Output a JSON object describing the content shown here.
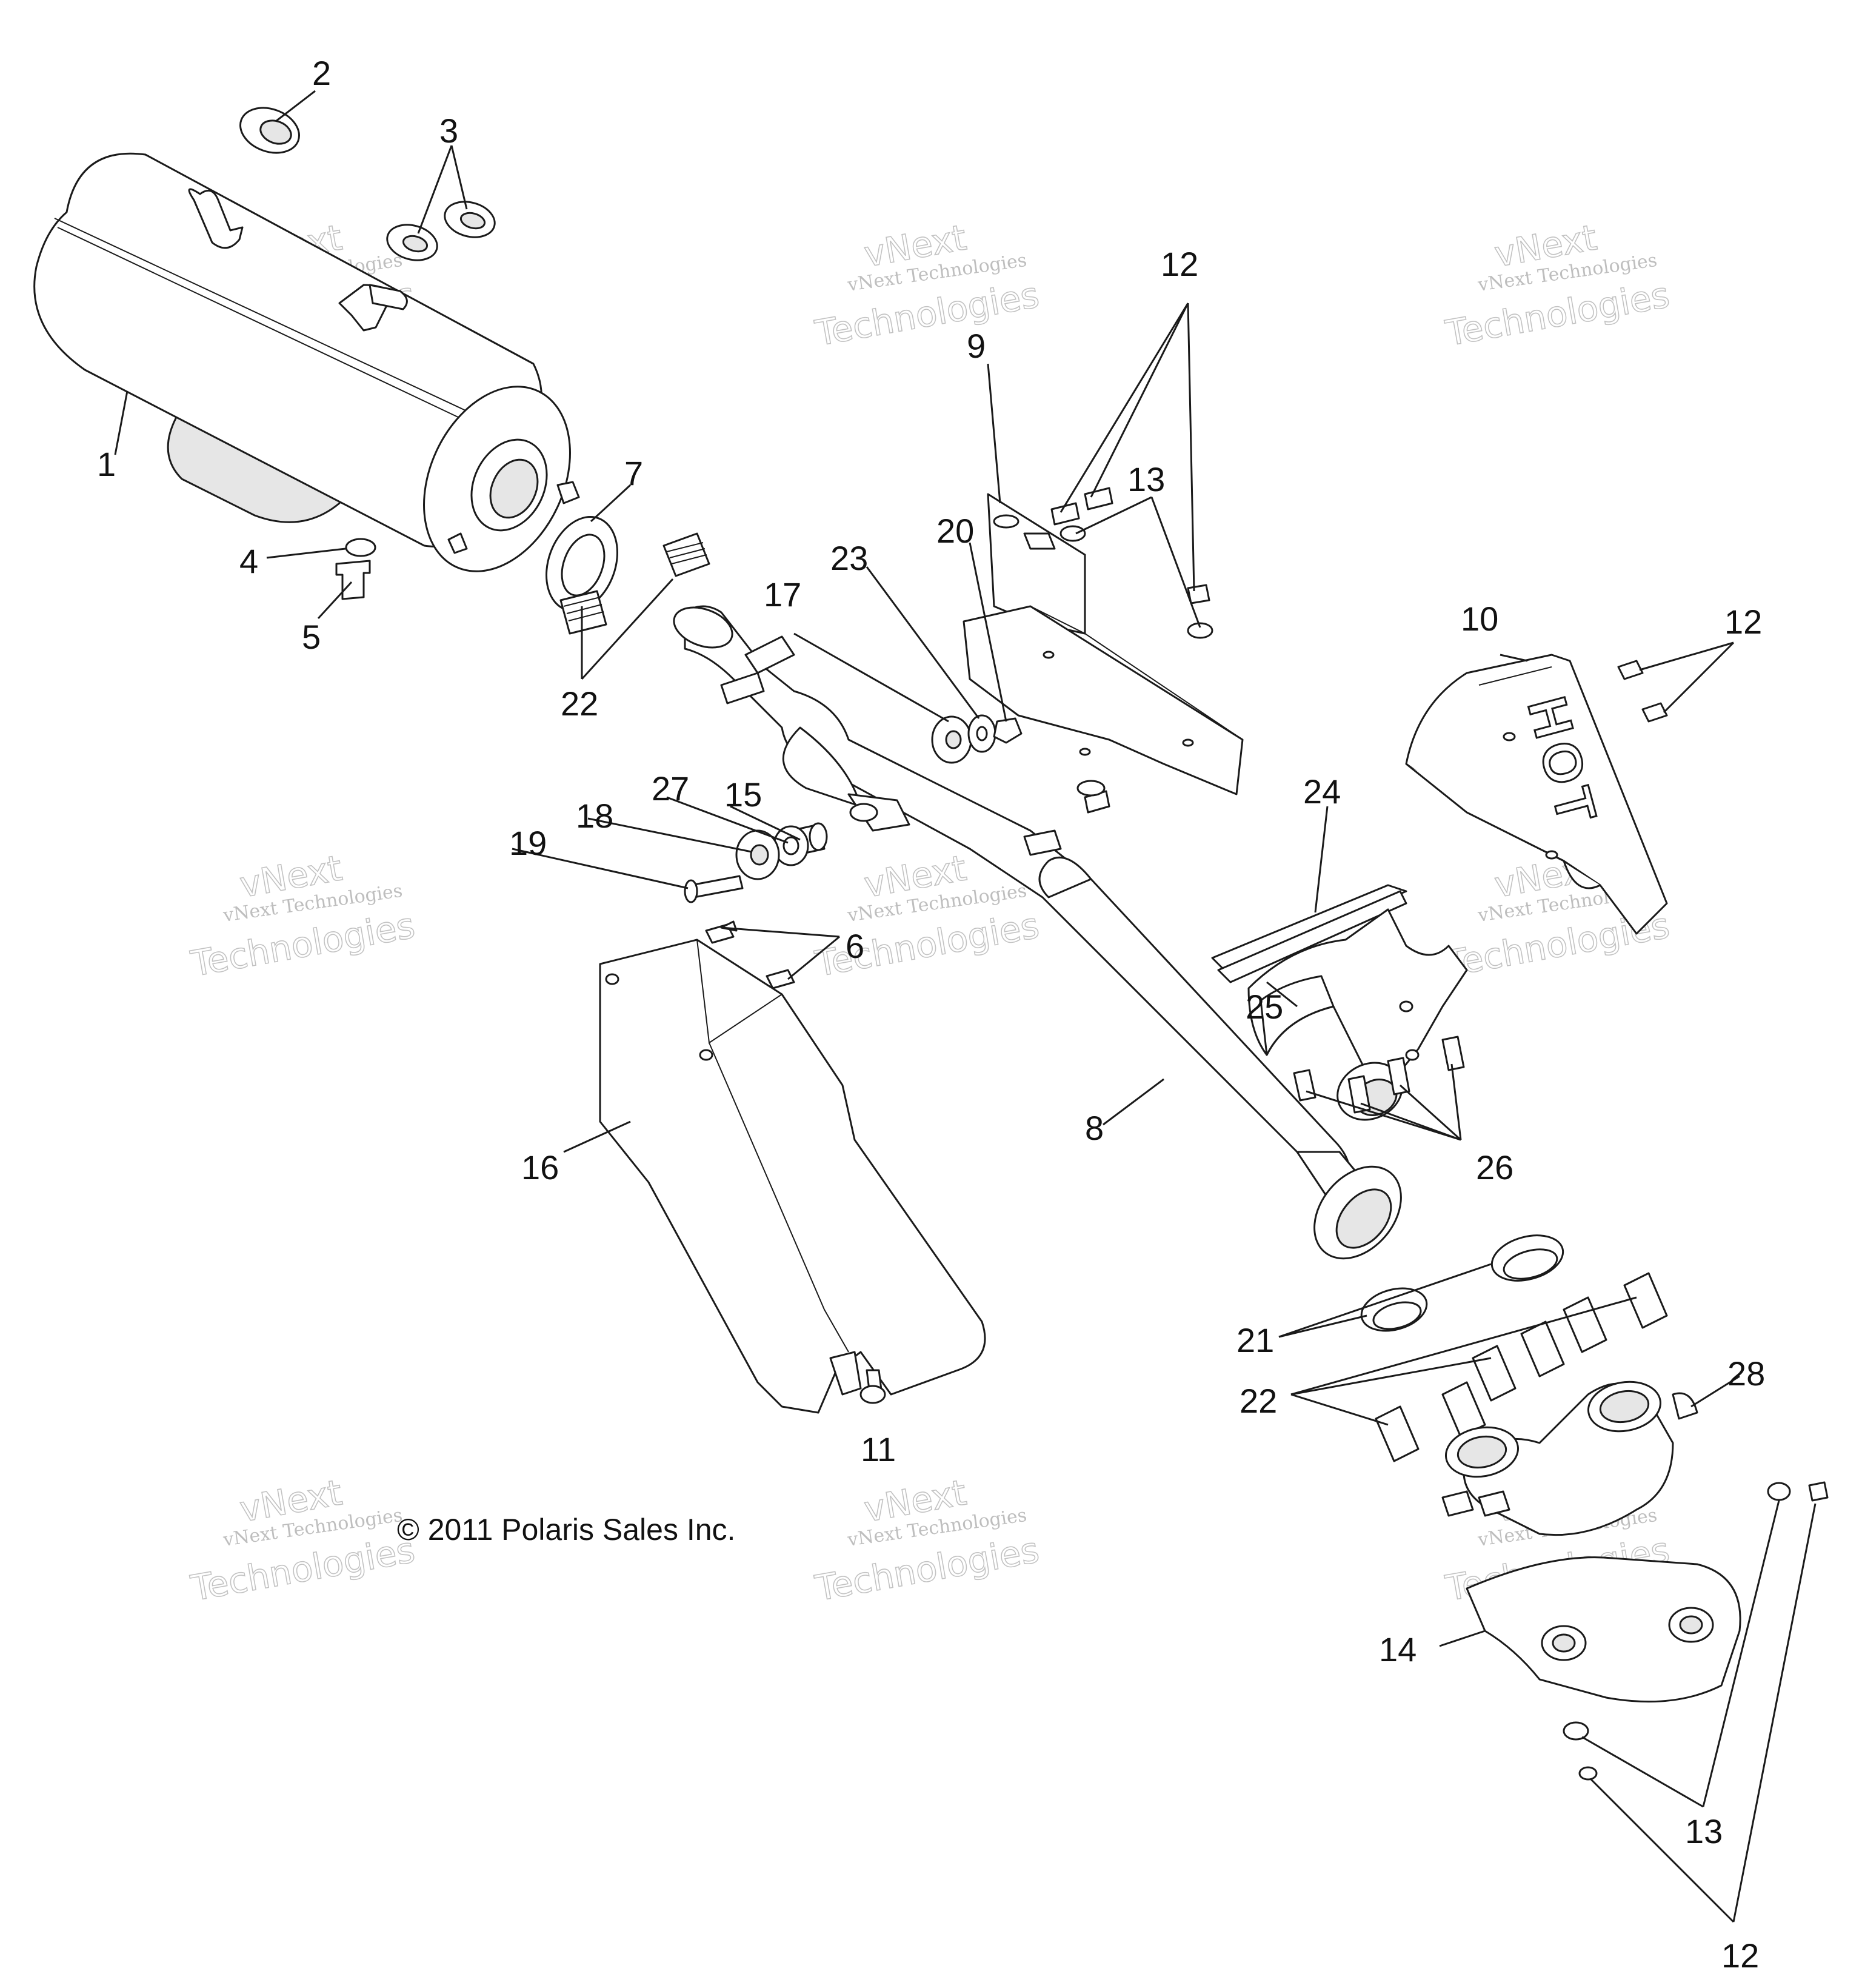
{
  "copyright": "© 2011 Polaris Sales Inc.",
  "hot_text": "HOT",
  "watermark": {
    "line1": "vNext",
    "line2": "vNext Technologies",
    "line3": "Technologies"
  },
  "callouts": [
    {
      "id": "c1",
      "text": "1"
    },
    {
      "id": "c2",
      "text": "2"
    },
    {
      "id": "c3",
      "text": "3"
    },
    {
      "id": "c4",
      "text": "4"
    },
    {
      "id": "c5",
      "text": "5"
    },
    {
      "id": "c6",
      "text": "6"
    },
    {
      "id": "c7",
      "text": "7"
    },
    {
      "id": "c8",
      "text": "8"
    },
    {
      "id": "c9",
      "text": "9"
    },
    {
      "id": "c10",
      "text": "10"
    },
    {
      "id": "c11",
      "text": "11"
    },
    {
      "id": "c12a",
      "text": "12"
    },
    {
      "id": "c12b",
      "text": "12"
    },
    {
      "id": "c12c",
      "text": "12"
    },
    {
      "id": "c13a",
      "text": "13"
    },
    {
      "id": "c13b",
      "text": "13"
    },
    {
      "id": "c14",
      "text": "14"
    },
    {
      "id": "c15",
      "text": "15"
    },
    {
      "id": "c16",
      "text": "16"
    },
    {
      "id": "c17",
      "text": "17"
    },
    {
      "id": "c18",
      "text": "18"
    },
    {
      "id": "c19",
      "text": "19"
    },
    {
      "id": "c20",
      "text": "20"
    },
    {
      "id": "c21",
      "text": "21"
    },
    {
      "id": "c22a",
      "text": "22"
    },
    {
      "id": "c22b",
      "text": "22"
    },
    {
      "id": "c23",
      "text": "23"
    },
    {
      "id": "c24",
      "text": "24"
    },
    {
      "id": "c25",
      "text": "25"
    },
    {
      "id": "c26",
      "text": "26"
    },
    {
      "id": "c27",
      "text": "27"
    },
    {
      "id": "c28",
      "text": "28"
    }
  ]
}
